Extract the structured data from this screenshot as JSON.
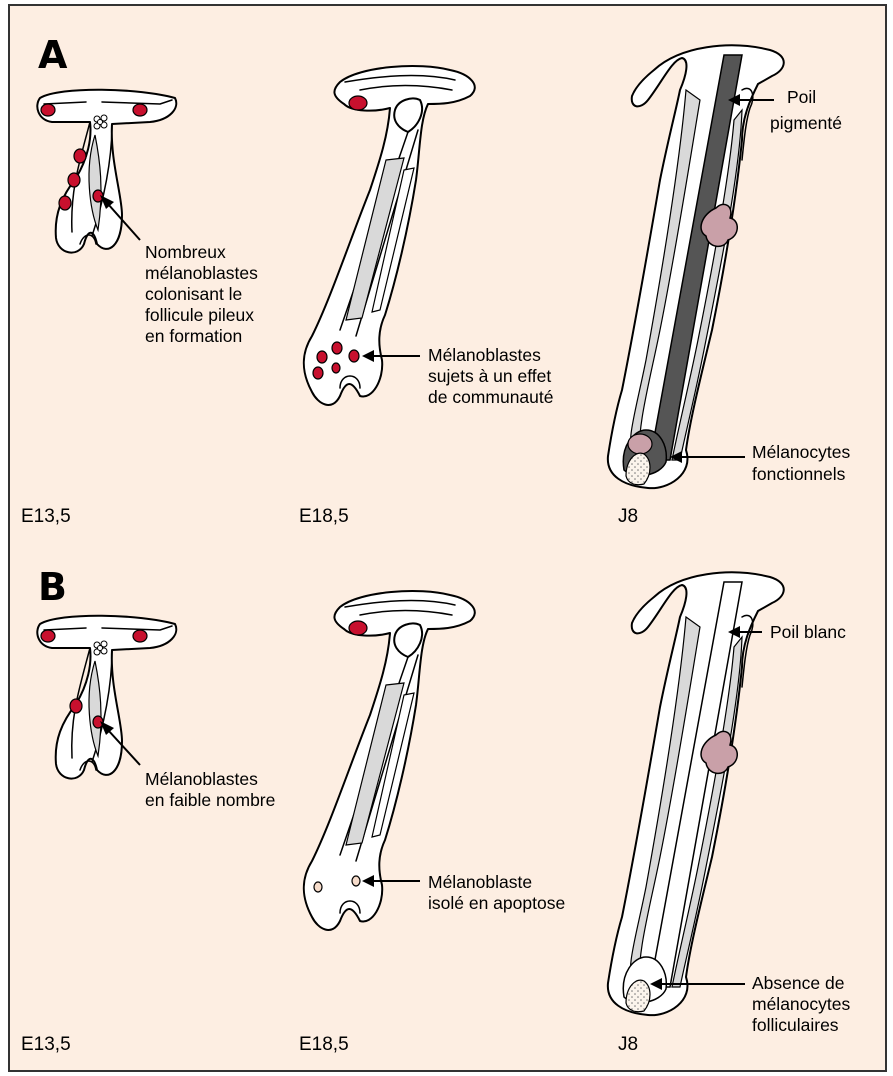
{
  "panels": [
    {
      "letter": "A",
      "stages": [
        "E13,5",
        "E18,5",
        "J8"
      ],
      "annotations": {
        "e13": [
          "Nombreux",
          "mélanoblastes",
          "colonisant le",
          "follicule pileux",
          "en formation"
        ],
        "e18": [
          "Mélanoblastes",
          "sujets à un effet",
          "de communauté"
        ],
        "j8_top": [
          "Poil",
          "pigmenté"
        ],
        "j8_bottom": [
          "Mélanocytes",
          "fonctionnels"
        ]
      }
    },
    {
      "letter": "B",
      "stages": [
        "E13,5",
        "E18,5",
        "J8"
      ],
      "annotations": {
        "e13": [
          "Mélanoblastes",
          "en faible nombre"
        ],
        "e18": [
          "Mélanoblaste",
          "isolé en apoptose"
        ],
        "j8_top": [
          "Poil blanc"
        ],
        "j8_bottom": [
          "Absence de",
          "mélanocytes",
          "folliculaires"
        ]
      }
    }
  ],
  "colors": {
    "background": "#fdeee2",
    "frame": "#333333",
    "melanoblast": "#c8102e",
    "apoptotic_cell": "#f6dccb",
    "hair_pigmented": "#555555",
    "sheath_gray": "#d9d9d9",
    "sebaceous_gland": "#c9a0a8",
    "tissue_white": "#ffffff"
  }
}
